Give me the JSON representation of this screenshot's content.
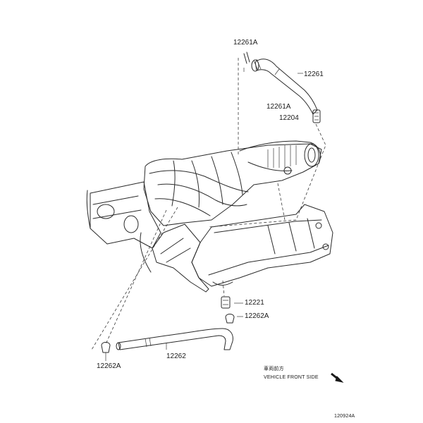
{
  "callouts": [
    {
      "id": "p12261A_top",
      "text": "12261A"
    },
    {
      "id": "p12261",
      "text": "12261"
    },
    {
      "id": "p12261A_mid",
      "text": "12261A"
    },
    {
      "id": "p12204",
      "text": "12204"
    },
    {
      "id": "p12221",
      "text": "12221"
    },
    {
      "id": "p12262A_right",
      "text": "12262A"
    },
    {
      "id": "p12262",
      "text": "12262"
    },
    {
      "id": "p12262A_left",
      "text": "12262A"
    }
  ],
  "direction": {
    "jp": "車両前方",
    "en": "VEHICLE FRONT SIDE"
  },
  "figure_id": "120924A"
}
